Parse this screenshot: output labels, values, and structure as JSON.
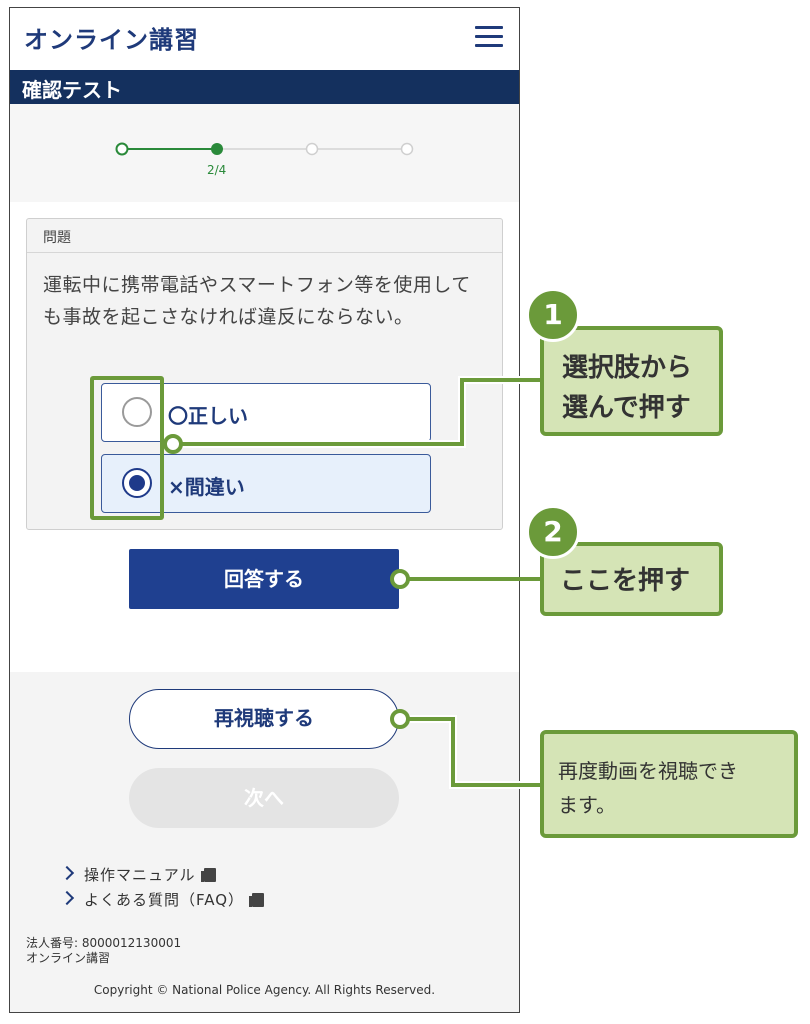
{
  "header": {
    "app_title": "オンライン講習"
  },
  "section": {
    "title": "確認テスト"
  },
  "progress": {
    "current": 2,
    "total": 4,
    "label": "2/4"
  },
  "question": {
    "heading": "問題",
    "text": "運転中に携帯電話やスマートフォン等を使用しても事故を起こさなければ違反にならない。",
    "options": [
      {
        "label": "〇正しい",
        "selected": false
      },
      {
        "label": "×間違い",
        "selected": true
      }
    ]
  },
  "buttons": {
    "answer": "回答する",
    "rewatch": "再視聴する",
    "next": "次へ"
  },
  "links": [
    {
      "label": "操作マニュアル"
    },
    {
      "label": "よくある質問（FAQ）"
    }
  ],
  "footer": {
    "corp_number": "法人番号: 8000012130001",
    "org_name": "オンライン講習",
    "copyright": "Copyright © National Police Agency. All Rights Reserved."
  },
  "annotations": {
    "step1_number": "1",
    "step1_text_line1": "選択肢から",
    "step1_text_line2": "選んで押す",
    "step2_number": "2",
    "step2_text": "ここを押す",
    "note_line1": "再度動画を視聴でき",
    "note_line2": "ます。"
  },
  "colors": {
    "brand": "#1f3a7a",
    "section_bar": "#14305e",
    "progress_green": "#2a8a3a",
    "annotation_green": "#6b9a3a",
    "annotation_fill": "#d5e4b6"
  }
}
